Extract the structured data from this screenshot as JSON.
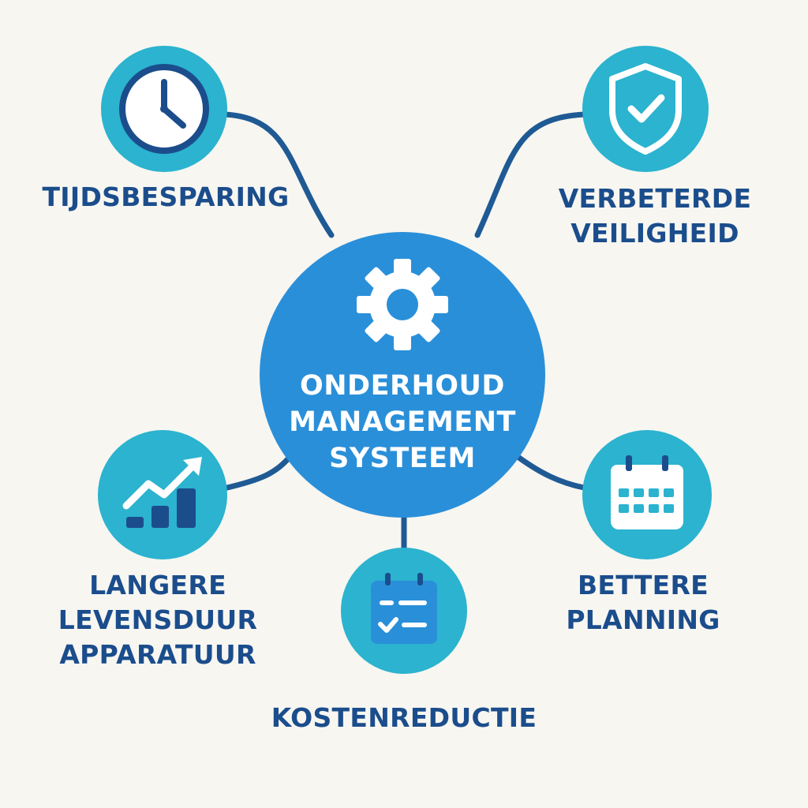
{
  "hub": {
    "title_lines": [
      "ONDERHOUD",
      "MANAGEMENT",
      "SYSTEEM"
    ],
    "icon": "gear-icon"
  },
  "benefits": {
    "time": {
      "lines": [
        "TIJDSBESPARING"
      ],
      "icon": "clock-icon"
    },
    "safety": {
      "lines": [
        "VERBETERDE",
        "VEILIGHEID"
      ],
      "icon": "shield-check-icon"
    },
    "lifespan": {
      "lines": [
        "LANGERE",
        "LEVENSDUUR",
        "APPARATUUR"
      ],
      "icon": "growth-chart-icon"
    },
    "cost": {
      "lines": [
        "KOSTENREDUCTIE"
      ],
      "icon": "checklist-icon"
    },
    "planning": {
      "lines": [
        "BETTERE",
        "PLANNING"
      ],
      "icon": "calendar-icon"
    }
  },
  "colors": {
    "background": "#f7f6f1",
    "hub": "#2a8fd9",
    "node": "#2bb3cf",
    "dark_blue": "#1b4d8c",
    "connector": "#1f5a94"
  }
}
